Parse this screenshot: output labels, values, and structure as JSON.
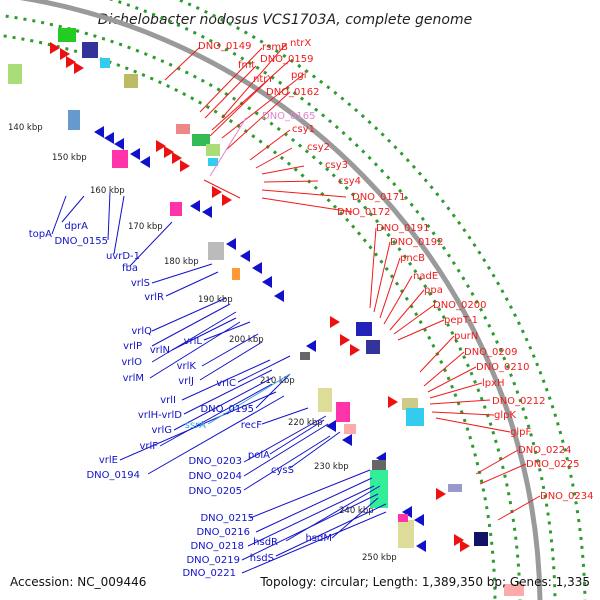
{
  "header": {
    "title": "Dichelobacter nodosus VCS1703A, complete genome"
  },
  "footer": {
    "accession": "Accession: NC_009446",
    "summary": "Topology: circular; Length: 1,389,350 bp; Genes: 1,335"
  },
  "colors": {
    "forward_label": "#ee1c1c",
    "reverse_label": "#1212c8",
    "rna_label": "#dd88cc",
    "trna_label": "#33aadd",
    "backbone": "#888888",
    "guide": "#229922"
  },
  "ticks": [
    {
      "text": "140 kbp"
    },
    {
      "text": "150 kbp"
    },
    {
      "text": "160 kbp"
    },
    {
      "text": "170 kbp"
    },
    {
      "text": "180 kbp"
    },
    {
      "text": "190 kbp"
    },
    {
      "text": "200 kbp"
    },
    {
      "text": "210 kbp"
    },
    {
      "text": "220 kbp"
    },
    {
      "text": "230 kbp"
    },
    {
      "text": "240 kbp"
    },
    {
      "text": "250 kbp"
    }
  ],
  "forward_labels": [
    "DNO_0149",
    "ntrX",
    "rsmB",
    "fmt",
    "DNO_0159",
    "pgi",
    "ntrY",
    "DNO_0162",
    "DNO_0165",
    "csy1",
    "csy2",
    "csy3",
    "csy4",
    "DNO_0171",
    "DNO_0172",
    "DNO_0191",
    "DNO_0192",
    "pncB",
    "nadE",
    "ppa",
    "DNO_0200",
    "pepT-1",
    "purN",
    "DNO_0209",
    "DNO_0210",
    "lpxH",
    "DNO_0212",
    "glpK",
    "glpF",
    "DNO_0224",
    "DNO_0225",
    "DNO_0234"
  ],
  "reverse_labels": [
    "topA",
    "dprA",
    "DNO_0155",
    "uvrD-1",
    "fba",
    "vrlS",
    "vrlR",
    "vrlQ",
    "vrlP",
    "vrlO",
    "vrlN",
    "vrlM",
    "vrlL",
    "vrlK",
    "vrlJ",
    "vrlC",
    "vrlI",
    "vrlH-vrlD",
    "DNO_0195",
    "vrlG",
    "vrlF",
    "recF",
    "vrlE",
    "DNO_0194",
    "ssrA",
    "polA",
    "DNO_0203",
    "DNO_0204",
    "cysS",
    "DNO_0205",
    "DNO_0215",
    "hsdM",
    "DNO_0216",
    "hsdR",
    "DNO_0218",
    "hsdS",
    "DNO_0219",
    "DNO_0221"
  ]
}
